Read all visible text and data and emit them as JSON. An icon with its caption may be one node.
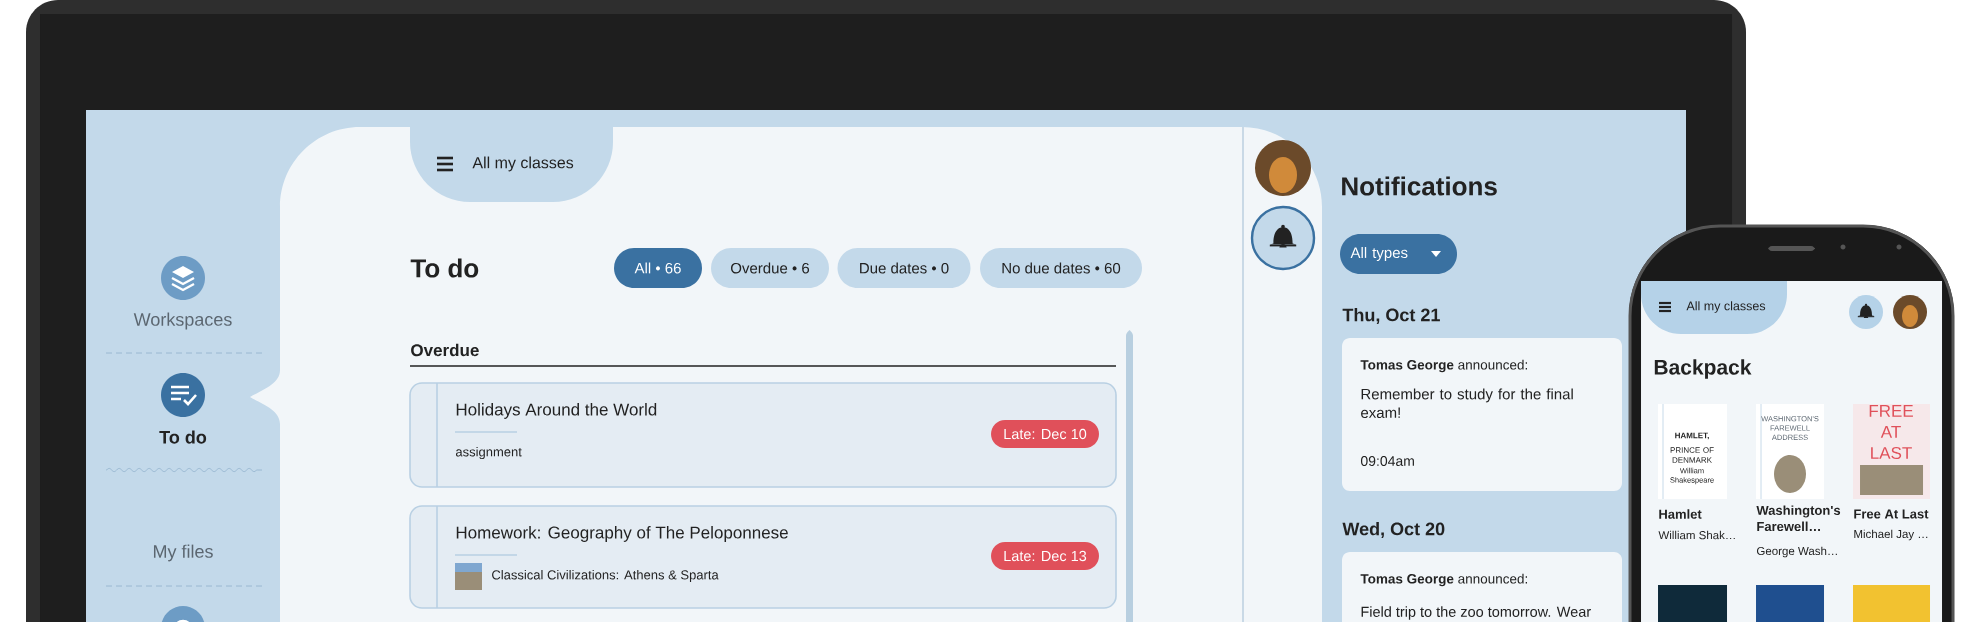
{
  "diagram": {
    "nodes": [
      {
        "text": [
          "All my classes"
        ]
      },
      {
        "text": [
          "All • 66"
        ]
      },
      {
        "text": [
          "Overdue • 6"
        ]
      },
      {
        "text": [
          "Due dates • 0"
        ]
      },
      {
        "text": [
          "No due dates • 60"
        ]
      },
      {
        "text": [
          "Holidays Around the World",
          "assignment"
        ]
      },
      {
        "text": [
          "Late: Dec 10"
        ],
        "in": 5
      },
      {
        "text": [
          "Homework: Geography of The Peloponnese",
          "Classical Civilizations: Athens & Sparta"
        ]
      },
      {
        "text": [
          "Late: Dec 13"
        ],
        "in": 7
      },
      {
        "text": [
          "All types"
        ]
      },
      {
        "text": [
          "**Tomas George** announced:",
          "Remember to study for the final exam!",
          "09:04am"
        ]
      },
      {
        "text": [
          "**Tomas George** announced:",
          "Field trip to the zoo tomorrow. Wear"
        ]
      },
      {
        "text": [
          "All my classes"
        ]
      }
    ],
    "labels": [
      "Workspaces",
      "To do",
      "My files",
      "To do",
      "Overdue",
      "Notifications",
      "Thu, Oct 21",
      "Wed, Oct 20",
      "Backpack",
      "HAMLET,",
      "PRINCE OF DENMARK",
      "William Shakespeare",
      "WASHINGTON'S FAREWELL ADDRESS",
      "FREE AT LAST",
      "Hamlet",
      "William Shak…",
      "Washington's Farewell…",
      "George Wash…",
      "Free At Last",
      "Michael Jay …"
    ]
  }
}
